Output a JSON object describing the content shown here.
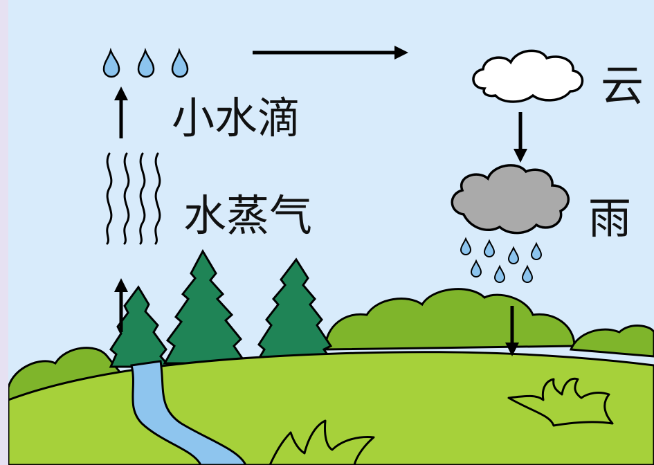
{
  "labels": {
    "small_droplets": "小水滴",
    "water_vapor": "水蒸气",
    "cloud": "云",
    "rain": "雨"
  },
  "colors": {
    "sky": "#d8ebfb",
    "grass_light": "#a6d13a",
    "grass_dark": "#7fb52b",
    "tree": "#1f8456",
    "river": "#8ec5ee",
    "rain_cloud": "#aaaaaa",
    "droplet": "#8cc4ee"
  },
  "icons": [
    "water-droplet-icon",
    "arrow-up-icon",
    "arrow-right-icon",
    "arrow-down-icon",
    "vapor-waves-icon",
    "cloud-icon",
    "rain-cloud-icon"
  ]
}
